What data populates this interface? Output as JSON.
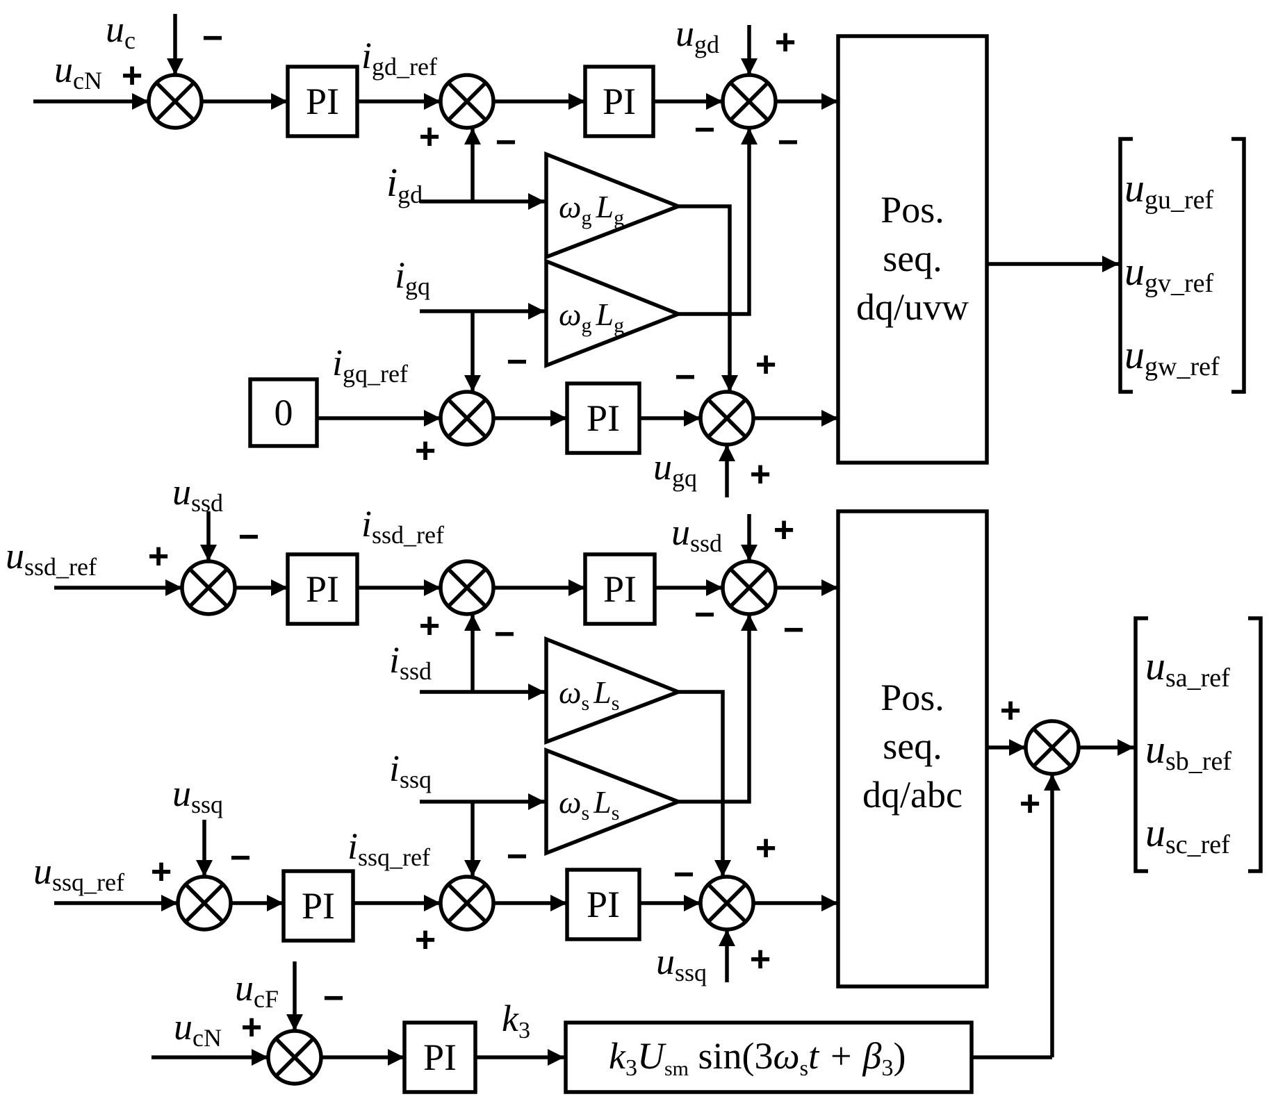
{
  "blocks": {
    "pi": "PI",
    "zero": "0",
    "pos_seq_uvw": [
      "Pos.",
      "seq.",
      "dq/uvw"
    ],
    "pos_seq_abc": [
      "Pos.",
      "seq.",
      "dq/abc"
    ],
    "wgLg": {
      "omega": "ω",
      "sub_g": "g",
      "L": "L",
      "sub_L": "g"
    },
    "wsLs": {
      "omega": "ω",
      "sub_s": "s",
      "L": "L",
      "sub_L": "s"
    },
    "harmonic": {
      "k": "k",
      "k_sub": "3",
      "U": "U",
      "U_sub": "sm",
      "sin_open": " sin(3",
      "omega": "ω",
      "omega_sub": "s",
      "t_plus": "t + ",
      "beta": "β",
      "beta_sub": "3",
      "close": ")"
    }
  },
  "signals": {
    "u_c": {
      "main": "u",
      "sub": "c"
    },
    "u_cN_top": {
      "main": "u",
      "sub": "cN"
    },
    "i_gd_ref": {
      "main": "i",
      "sub1": "gd",
      "sub2": "_ref"
    },
    "u_gd": {
      "main": "u",
      "sub": "gd"
    },
    "i_gd": {
      "main": "i",
      "sub": "gd"
    },
    "i_gq": {
      "main": "i",
      "sub": "gq"
    },
    "i_gq_ref": {
      "main": "i",
      "sub1": "gq",
      "sub2": "_ref"
    },
    "u_gq": {
      "main": "u",
      "sub": "gq"
    },
    "u_ssd_top": {
      "main": "u",
      "sub": "ssd"
    },
    "u_ssd_ref": {
      "main": "u",
      "sub1": "ssd",
      "sub2": "_ref"
    },
    "i_ssd_ref": {
      "main": "i",
      "sub1": "ssd",
      "sub2": "_ref"
    },
    "u_ssd_right": {
      "main": "u",
      "sub": "ssd"
    },
    "i_ssd": {
      "main": "i",
      "sub": "ssd"
    },
    "i_ssq": {
      "main": "i",
      "sub": "ssq"
    },
    "u_ssq_top": {
      "main": "u",
      "sub": "ssq"
    },
    "u_ssq_ref": {
      "main": "u",
      "sub1": "ssq",
      "sub2": "_ref"
    },
    "i_ssq_ref": {
      "main": "i",
      "sub1": "ssq",
      "sub2": "_ref"
    },
    "u_ssq_bottom": {
      "main": "u",
      "sub": "ssq"
    },
    "u_cF": {
      "main": "u",
      "sub": "cF"
    },
    "u_cN_bottom": {
      "main": "u",
      "sub": "cN"
    },
    "k3": {
      "main": "k",
      "sub": "3"
    }
  },
  "outputs": {
    "grid": [
      {
        "main": "u",
        "sub": "gu_ref"
      },
      {
        "main": "u",
        "sub": "gv_ref"
      },
      {
        "main": "u",
        "sub": "gw_ref"
      }
    ],
    "stator": [
      {
        "main": "u",
        "sub": "sa_ref"
      },
      {
        "main": "u",
        "sub": "sb_ref"
      },
      {
        "main": "u",
        "sub": "sc_ref"
      }
    ]
  },
  "signs": {
    "plus": "+",
    "minus": "−"
  }
}
